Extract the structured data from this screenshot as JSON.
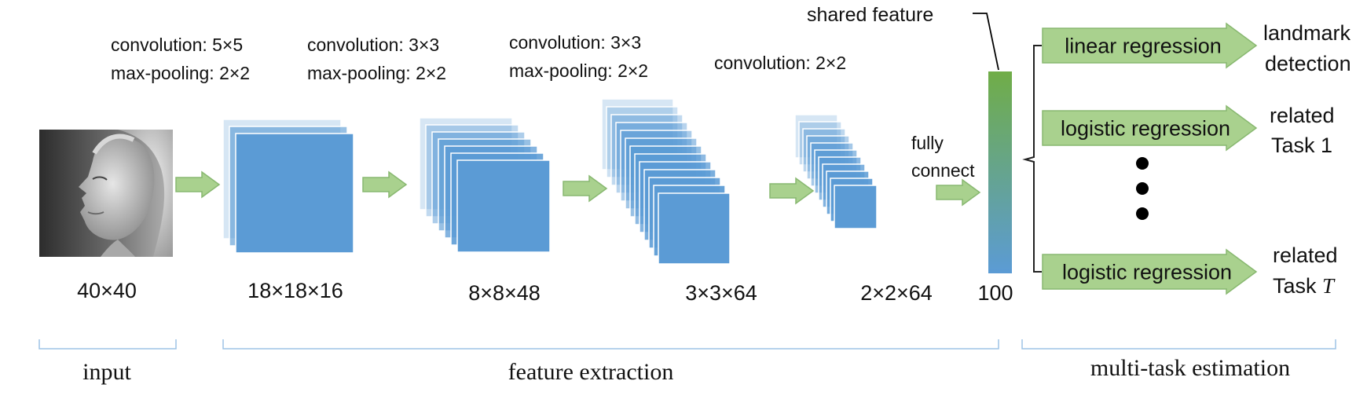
{
  "stages": [
    {
      "op1": "convolution: 5×5",
      "op2": "max-pooling: 2×2",
      "size": "18×18×16"
    },
    {
      "op1": "convolution: 3×3",
      "op2": "max-pooling: 2×2",
      "size": "8×8×48"
    },
    {
      "op1": "convolution: 3×3",
      "op2": "max-pooling: 2×2",
      "size": "3×3×64"
    },
    {
      "op1": "convolution: 2×2",
      "op2": "",
      "size": "2×2×64"
    }
  ],
  "input": {
    "size": "40×40",
    "group_label": "input"
  },
  "shared_feature": {
    "label": "shared feature",
    "size": "100"
  },
  "fully_connect": {
    "line1": "fully",
    "line2": "connect"
  },
  "feature_extraction": {
    "label": "feature extraction"
  },
  "multi_task": {
    "label": "multi-task estimation"
  },
  "tasks": [
    {
      "box": "linear regression",
      "out1": "landmark",
      "out2": "detection"
    },
    {
      "box": "logistic regression",
      "out1": "related",
      "out2": "Task 1"
    },
    {
      "box": "logistic regression",
      "out1": "related",
      "out2": "Task",
      "out2_italic": "T"
    }
  ],
  "colors": {
    "layer": "#5b9bd5",
    "arrow_fill": "#a9d18e",
    "arrow_stroke": "#88b870",
    "bracket": "#9dc3e6",
    "bar_top": "#70ad47",
    "bar_bottom": "#5b9bd5"
  }
}
